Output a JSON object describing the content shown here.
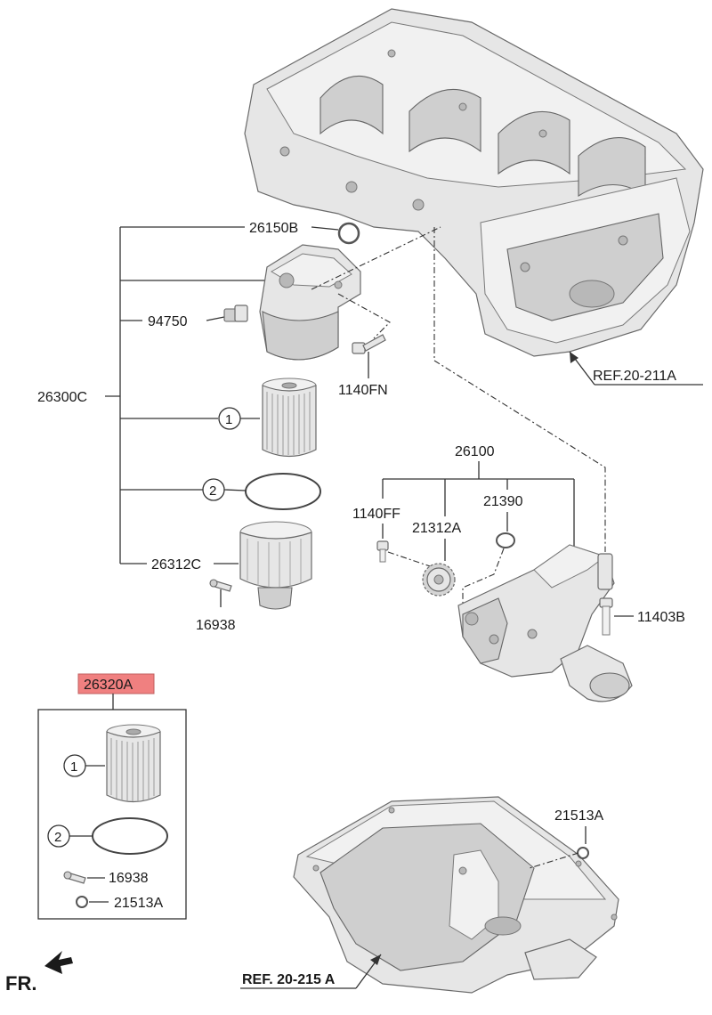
{
  "labels": {
    "p26150B": "26150B",
    "p94750": "94750",
    "p26300C": "26300C",
    "p1140FN": "1140FN",
    "p26312C": "26312C",
    "p16938_top": "16938",
    "p26100": "26100",
    "p1140FF": "1140FF",
    "p21390": "21390",
    "p21312A": "21312A",
    "p11403B": "11403B",
    "p26320A": "26320A",
    "p16938_kit": "16938",
    "p21513A_kit": "21513A",
    "p21513A_pan": "21513A",
    "ref_block": "REF.20-211A",
    "ref_pan": "REF. 20-215 A",
    "fr": "FR."
  },
  "callouts": {
    "one": "1",
    "two": "2"
  },
  "colors": {
    "highlight": "#f08080",
    "part_fill": "#e6e6e6",
    "line": "#333333"
  }
}
